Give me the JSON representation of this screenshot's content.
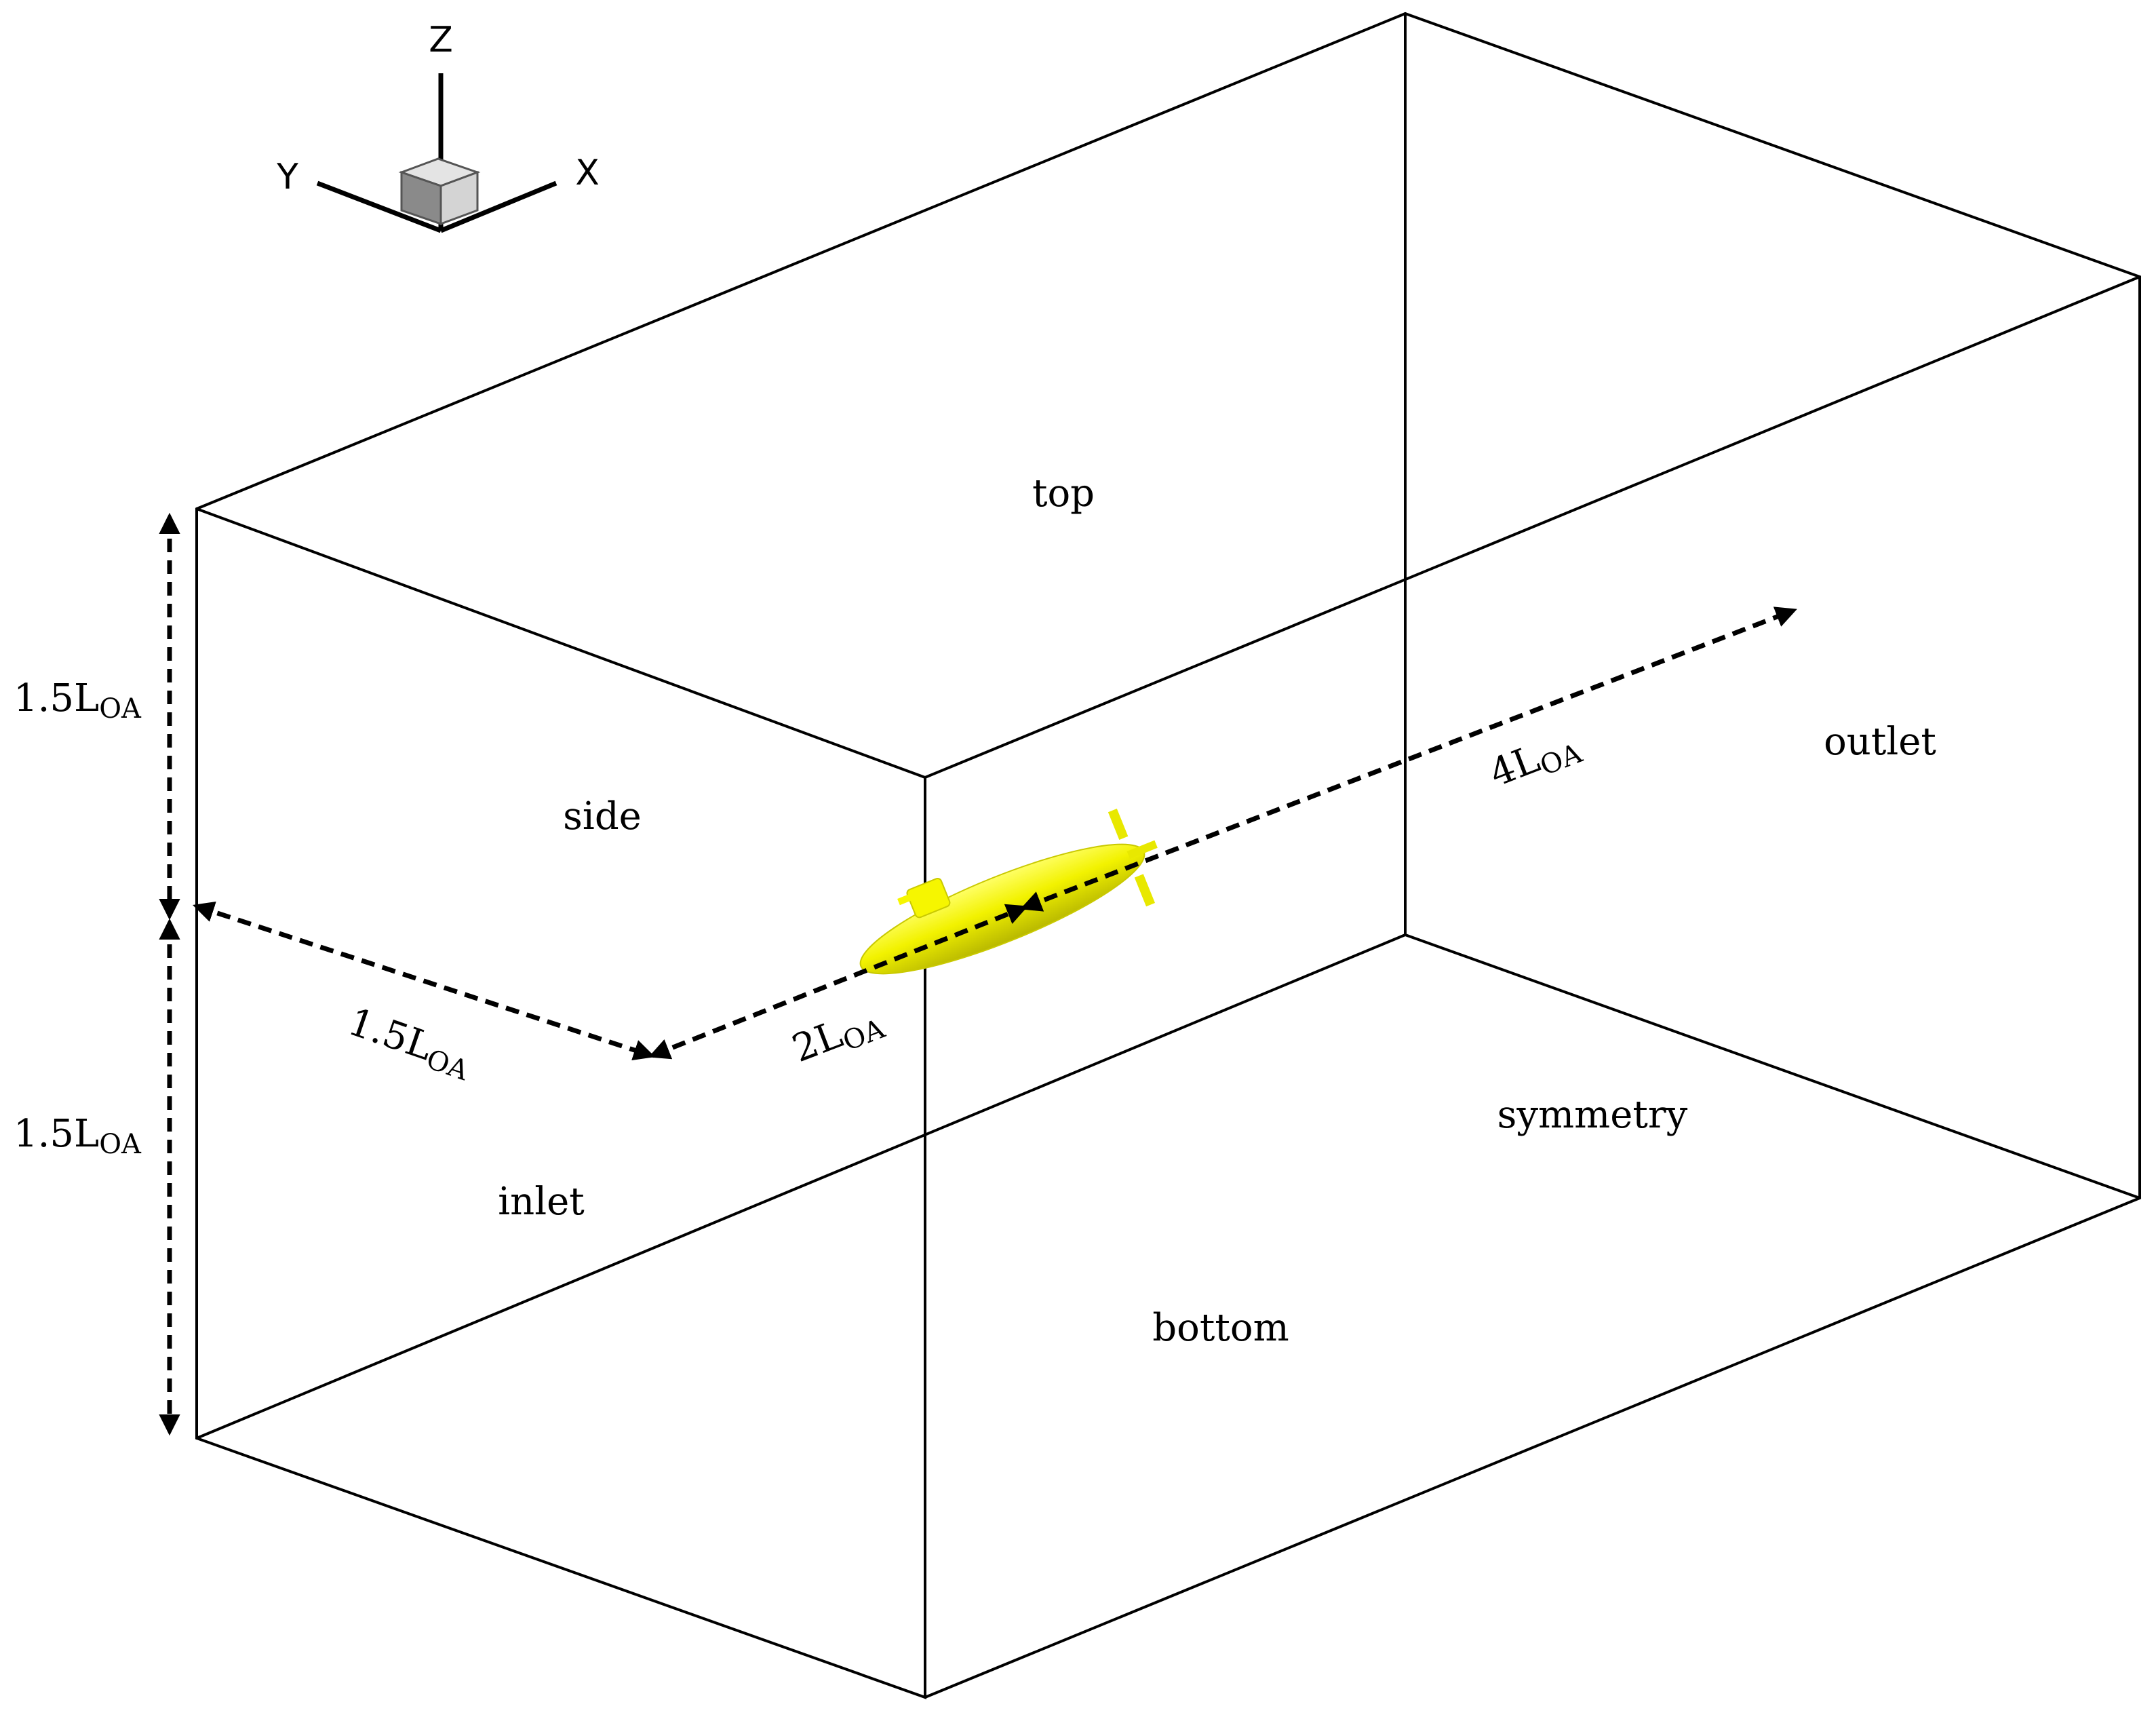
{
  "axes": {
    "x": "X",
    "y": "Y",
    "z": "Z"
  },
  "faces": {
    "top": "top",
    "side": "side",
    "outlet": "outlet",
    "inlet": "inlet",
    "symmetry": "symmetry",
    "bottom": "bottom"
  },
  "dimensions": {
    "height_upper": {
      "main": "1.5L",
      "sub": "OA"
    },
    "height_lower": {
      "main": "1.5L",
      "sub": "OA"
    },
    "width": {
      "main": "1.5L",
      "sub": "OA"
    },
    "upstream": {
      "main": "2L",
      "sub": "OA"
    },
    "downstream": {
      "main": "4L",
      "sub": "OA"
    }
  },
  "colors": {
    "model": "#f2f200",
    "edges": "#000000"
  },
  "icons": {
    "model": "submarine-icon",
    "triad": "axis-triad-icon"
  }
}
